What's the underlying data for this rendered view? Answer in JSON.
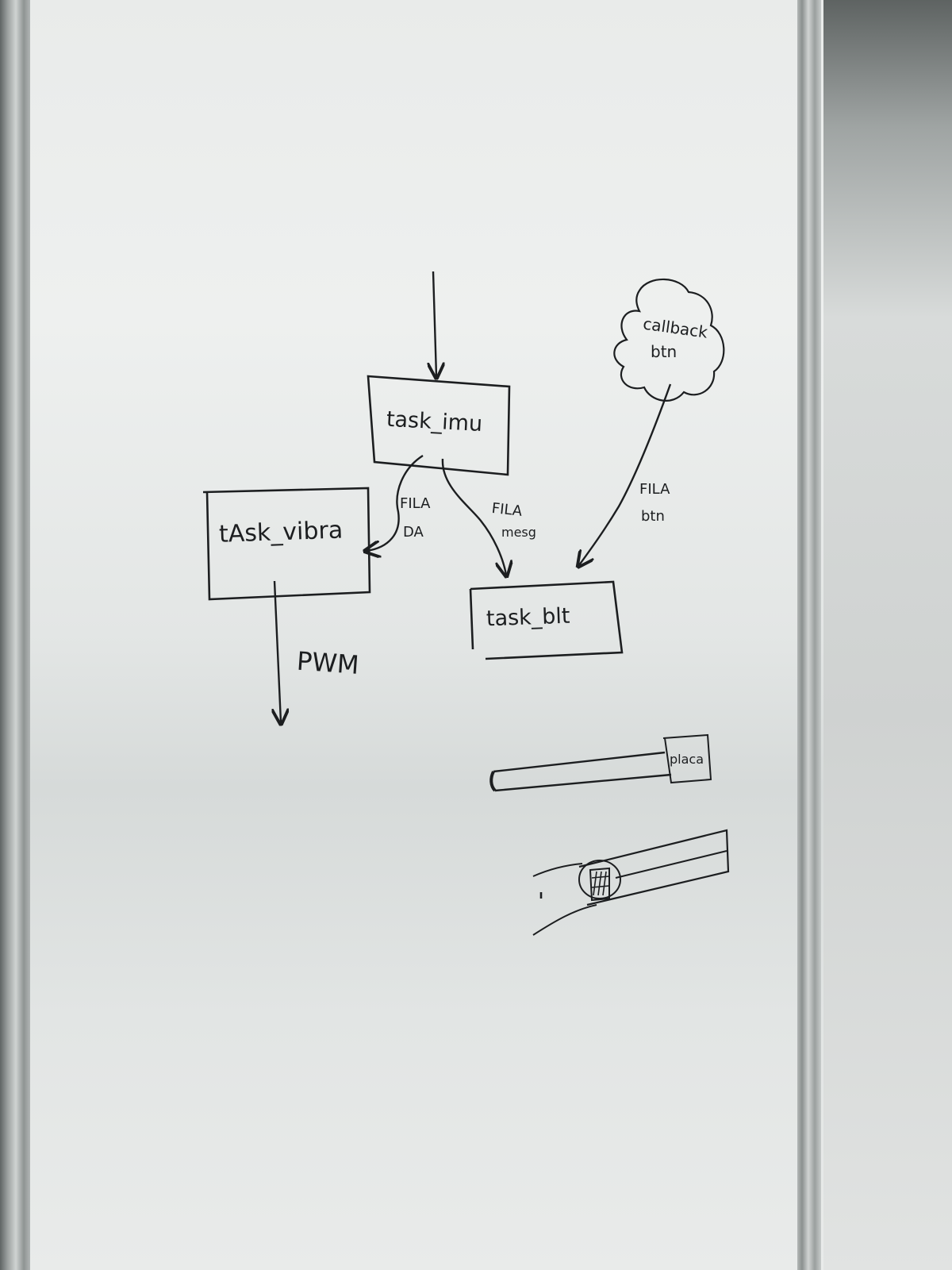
{
  "diagram": {
    "boxes": {
      "imu": "task_imu",
      "vibra": "tAsk_vibra",
      "blt": "task_blt"
    },
    "cloud": {
      "line1": "callback",
      "line2": "btn"
    },
    "edges": {
      "imu_to_vibra_line1": "FILA",
      "imu_to_vibra_line2": "DA",
      "imu_to_blt_line1": "FILA",
      "imu_to_blt_line2": "mesg",
      "cloud_to_blt_line1": "FILA",
      "cloud_to_blt_line2": "btn",
      "vibra_output": "PWM"
    },
    "sketch": {
      "bar_label": "placa"
    }
  },
  "ink_color": "#1c1e20"
}
